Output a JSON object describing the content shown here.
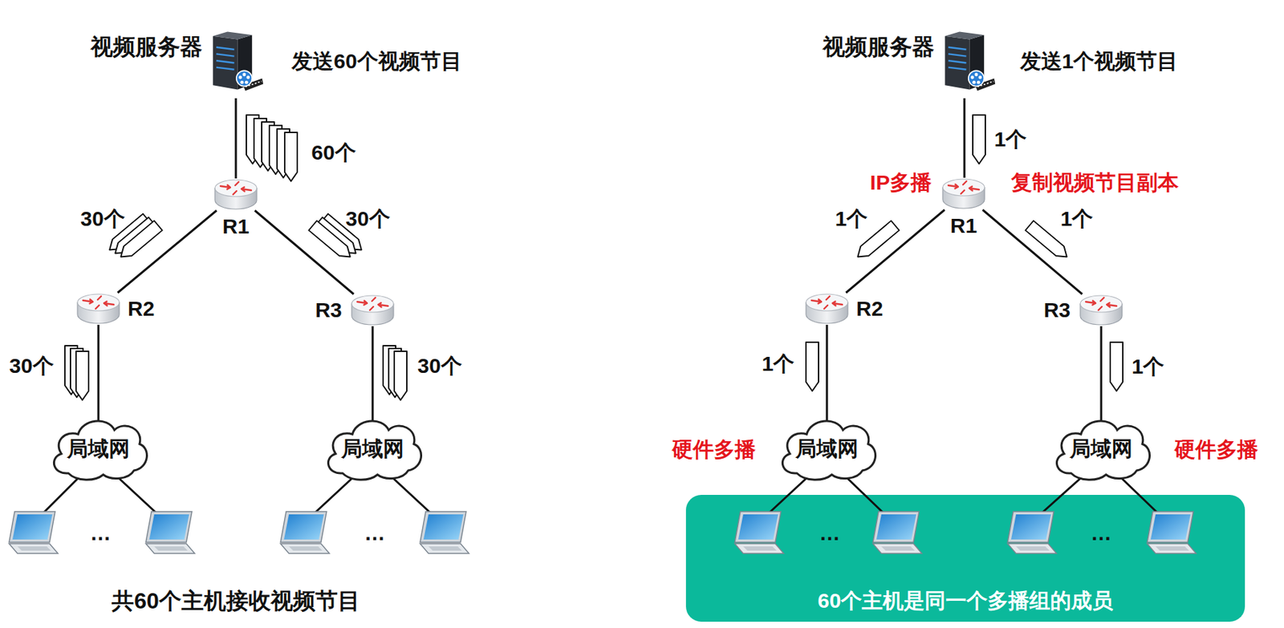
{
  "diagram": {
    "nodes": [
      {
        "text": [
          "视频服务器"
        ]
      },
      {
        "text": [
          "R1"
        ]
      },
      {
        "text": [
          "R2"
        ]
      },
      {
        "text": [
          "R3"
        ]
      },
      {
        "text": [
          "局域网"
        ]
      },
      {
        "text": [
          "局域网"
        ]
      },
      {
        "text": [
          "视频服务器"
        ]
      },
      {
        "text": [
          "R1"
        ]
      },
      {
        "text": [
          "R2"
        ]
      },
      {
        "text": [
          "R3"
        ]
      },
      {
        "text": [
          "局域网"
        ]
      },
      {
        "text": [
          "局域网"
        ]
      },
      {
        "text": [
          "60个主机是同一个多播组的成员"
        ]
      }
    ],
    "edges": [
      {
        "from": 0,
        "to": 1,
        "arrow": "none"
      },
      {
        "from": 1,
        "to": 2,
        "arrow": "none"
      },
      {
        "from": 1,
        "to": 3,
        "arrow": "none"
      },
      {
        "from": 2,
        "to": 4,
        "arrow": "none"
      },
      {
        "from": 3,
        "to": 5,
        "arrow": "none"
      },
      {
        "from": 6,
        "to": 7,
        "arrow": "none"
      },
      {
        "from": 7,
        "to": 8,
        "arrow": "none"
      },
      {
        "from": 7,
        "to": 9,
        "arrow": "none"
      },
      {
        "from": 8,
        "to": 10,
        "arrow": "none"
      },
      {
        "from": 9,
        "to": 11,
        "arrow": "none"
      }
    ],
    "labels": [
      "发送60个视频节目",
      "60个",
      "30个",
      "30个",
      "30个",
      "30个",
      "…",
      "…",
      "共60个主机接收视频节目",
      "发送1个视频节目",
      "1个",
      "IP多播",
      "复制视频节目副本",
      "1个",
      "1个",
      "1个",
      "1个",
      "硬件多播",
      "硬件多播",
      "…",
      "…"
    ]
  }
}
